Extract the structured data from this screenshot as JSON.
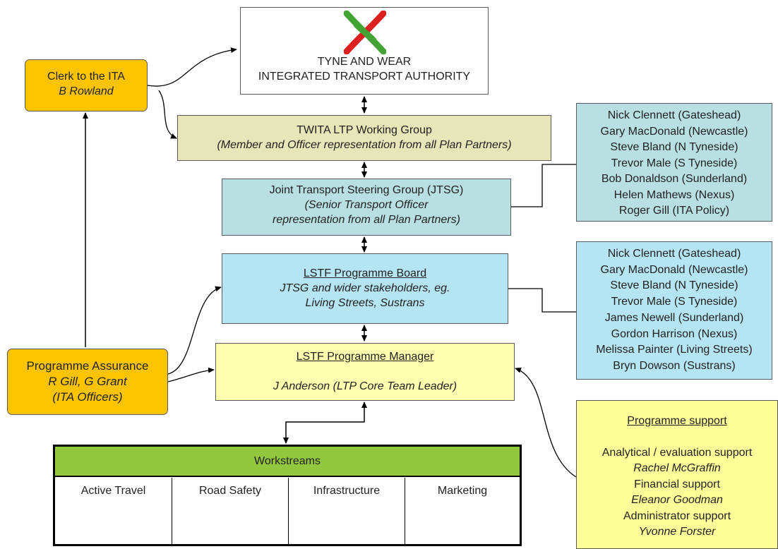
{
  "authority": {
    "name_line1": "TYNE AND WEAR",
    "name_line2": "INTEGRATED TRANSPORT AUTHORITY"
  },
  "clerk": {
    "title": "Clerk to the ITA",
    "person": "B Rowland"
  },
  "working_group": {
    "title": "TWITA LTP Working Group",
    "subtitle": "(Member and Officer representation from all Plan Partners)"
  },
  "jtsg": {
    "title": "Joint Transport Steering Group (JTSG)",
    "subtitle_line1": "(Senior Transport Officer",
    "subtitle_line2": "representation from all Plan Partners)"
  },
  "jtsg_members": [
    "Nick Clennett (Gateshead)",
    "Gary MacDonald (Newcastle)",
    "Steve Bland (N Tyneside)",
    "Trevor Male (S Tyneside)",
    "Bob Donaldson (Sunderland)",
    "Helen Mathews (Nexus)",
    "Roger Gill (ITA Policy)"
  ],
  "programme_board": {
    "title": "LSTF Programme Board",
    "desc_line1": "JTSG and wider stakeholders, eg.",
    "desc_line2": "Living Streets, Sustrans"
  },
  "board_members": [
    "Nick Clennett (Gateshead)",
    "Gary MacDonald (Newcastle)",
    "Steve Bland (N Tyneside)",
    "Trevor Male (S Tyneside)",
    "James Newell (Sunderland)",
    "Gordon Harrison (Nexus)",
    "Melissa Painter (Living Streets)",
    "Bryn Dowson (Sustrans)"
  ],
  "programme_manager": {
    "title": "LSTF Programme Manager",
    "person": "J Anderson (LTP Core Team Leader)"
  },
  "assurance": {
    "title": "Programme Assurance",
    "people": "R Gill, G Grant",
    "note": "(ITA Officers)"
  },
  "workstreams": {
    "title": "Workstreams",
    "items": [
      "Active Travel",
      "Road Safety",
      "Infrastructure",
      "Marketing"
    ]
  },
  "programme_support": {
    "title": "Programme support",
    "roles": [
      {
        "role": "Analytical / evaluation support",
        "person": "Rachel McGraffin"
      },
      {
        "role": "Financial support",
        "person": "Eleanor Goodman"
      },
      {
        "role": "Administrator support",
        "person": "Yvonne Forster"
      }
    ]
  },
  "colors": {
    "orange": "#fcc400",
    "olive": "#e6e6b8",
    "teal": "#b8dfe2",
    "cyan": "#b5e5f3",
    "lightyellow": "#ffffb0",
    "yellow": "#ffff9a",
    "green": "#93c73d",
    "logo_green": "#43a334",
    "logo_red": "#dc2020"
  }
}
